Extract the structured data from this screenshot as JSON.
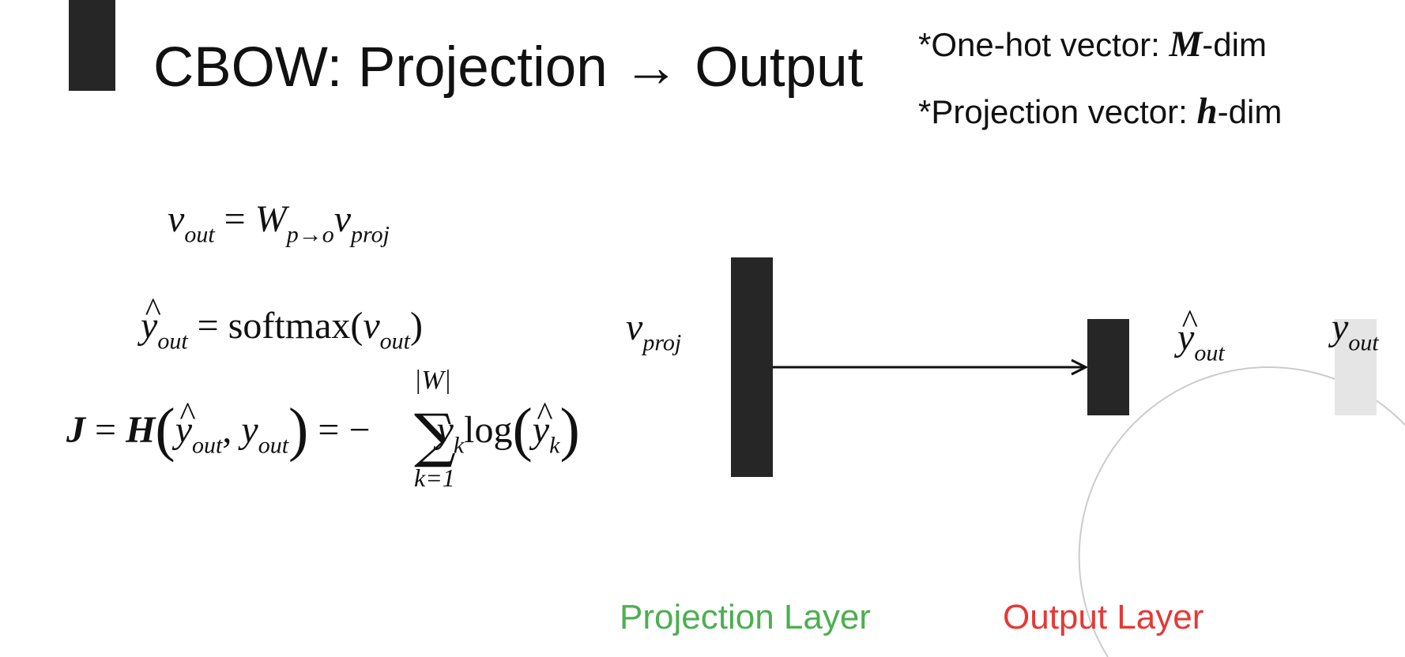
{
  "title": "CBOW: Projection → Output",
  "notes": {
    "one_hot_prefix": "*One-hot vector: ",
    "one_hot_var": "M",
    "one_hot_suffix": "-dim",
    "projection_prefix": "*Projection vector: ",
    "projection_var": "h",
    "projection_suffix": "-dim"
  },
  "equations": {
    "eq1": {
      "lhs": "v",
      "lhs_sub": "out",
      "op": " = ",
      "w": "W",
      "w_sub": "p→o",
      "v": "v",
      "v_sub": "proj"
    },
    "eq2": {
      "lhs": "y",
      "lhs_sub": "out",
      "op": " = ",
      "fn": "softmax",
      "lp": "(",
      "arg": "v",
      "arg_sub": "out",
      "rp": ")"
    },
    "eq3": {
      "J": "J",
      "eq": " = ",
      "H": "H",
      "lp": "(",
      "yhat": "y",
      "yhat_sub": "out",
      "comma": ", ",
      "y": "y",
      "y_sub": "out",
      "rp": ")",
      "eq2": " = − ",
      "sum_top": "|W|",
      "sigma": "∑",
      "sum_bottom": "k=1",
      "yk": "y",
      "yk_sub": "k",
      "log": "log",
      "lp2": "(",
      "yhatk": "y",
      "yhatk_sub": "k",
      "rp2": ")"
    }
  },
  "diagram": {
    "vproj": "v",
    "vproj_sub": "proj",
    "yhat": "y",
    "yhat_sub": "out",
    "y": "y",
    "y_sub": "out",
    "projection_layer_label": "Projection Layer",
    "output_layer_label": "Output Layer"
  },
  "colors": {
    "bar": "#262626",
    "target_bar": "#e5e5e5",
    "projection_label": "#4caf50",
    "output_label": "#e53935"
  }
}
